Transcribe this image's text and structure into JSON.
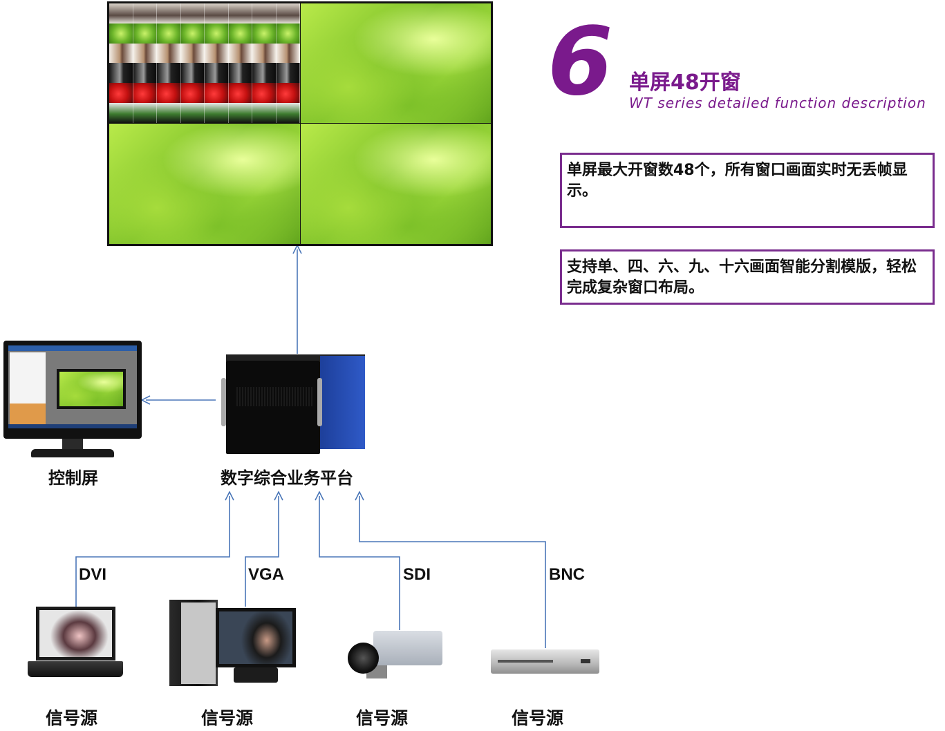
{
  "header": {
    "number": "6",
    "title": "单屏48开窗",
    "subtitle": "WT series detailed function description"
  },
  "descriptions": [
    "单屏最大开窗数48个，所有窗口画面实时无丢帧显示。",
    "支持单、四、六、九、十六画面智能分割模版，轻松完成复杂窗口布局。"
  ],
  "nodes": {
    "control_screen": "控制屏",
    "platform": "数字综合业务平台",
    "sources": [
      "信号源",
      "信号源",
      "信号源",
      "信号源"
    ]
  },
  "connections": [
    "DVI",
    "VGA",
    "SDI",
    "BNC"
  ],
  "colors": {
    "accent": "#7a1a8c",
    "box_border": "#7a2d8e",
    "connector": "#4a76b8"
  }
}
